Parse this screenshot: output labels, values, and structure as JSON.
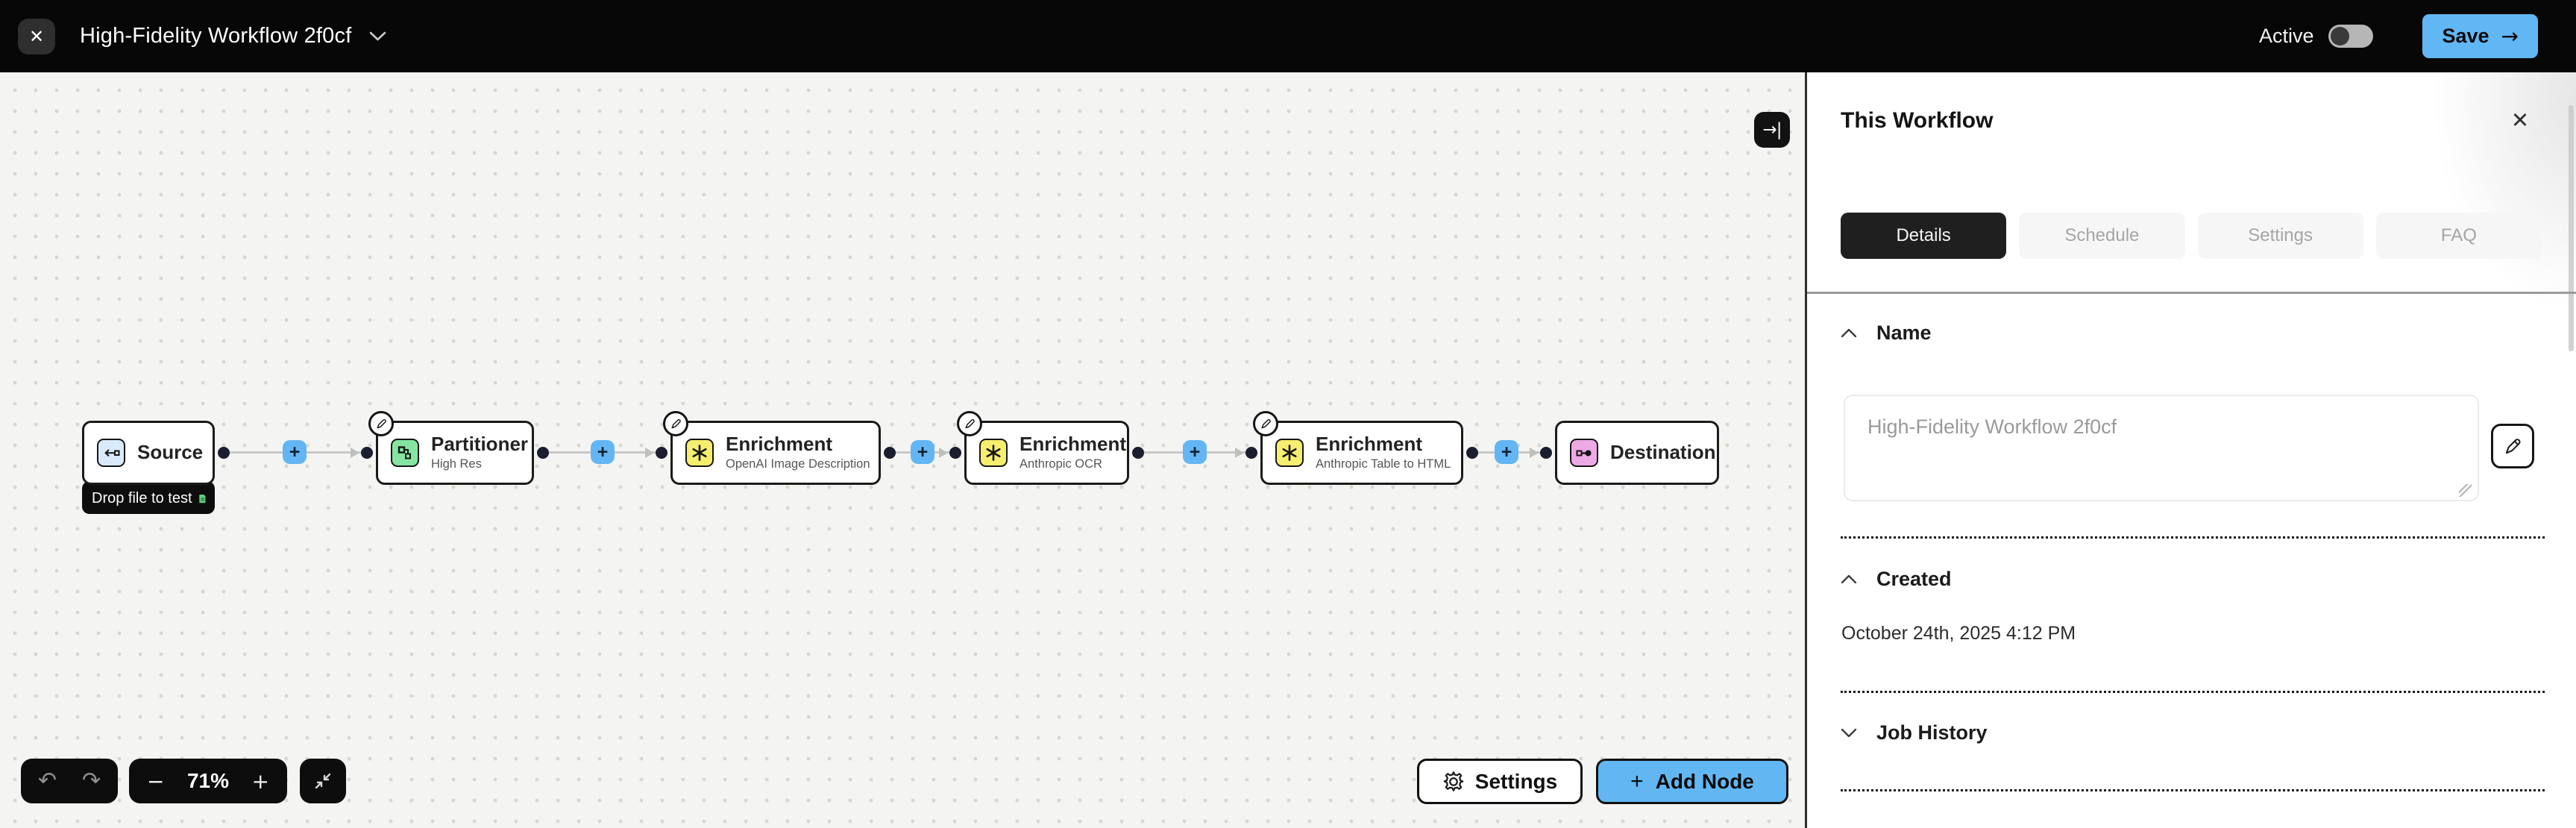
{
  "header": {
    "close_icon": "✕",
    "workflow_title": "High-Fidelity Workflow 2f0cf",
    "active_label": "Active",
    "active_state": "off",
    "save_label": "Save",
    "save_arrow_icon": "→"
  },
  "canvas": {
    "collapse_panel_icon": "→|",
    "drop_file_label": "Drop file to test",
    "nodes": [
      {
        "title": "Source",
        "subtitle": "",
        "icon": "source-icon",
        "icon_color": "#d9eafb"
      },
      {
        "title": "Partitioner",
        "subtitle": "High Res",
        "icon": "partitioner-icon",
        "icon_color": "#85e5a0"
      },
      {
        "title": "Enrichment",
        "subtitle": "OpenAI Image Description",
        "icon": "asterisk-icon",
        "icon_color": "#f6ee6e"
      },
      {
        "title": "Enrichment",
        "subtitle": "Anthropic OCR",
        "icon": "asterisk-icon",
        "icon_color": "#f6ee6e"
      },
      {
        "title": "Enrichment",
        "subtitle": "Anthropic Table to HTML",
        "icon": "asterisk-icon",
        "icon_color": "#f6ee6e"
      },
      {
        "title": "Destination",
        "subtitle": "",
        "icon": "destination-icon",
        "icon_color": "#eda9e4"
      }
    ],
    "controls": {
      "undo_icon": "↶",
      "redo_icon": "↷",
      "zoom_out_icon": "−",
      "zoom_level": "71%",
      "zoom_in_icon": "+",
      "plus_icon": "+",
      "settings_label": "Settings",
      "add_node_label": "Add Node"
    }
  },
  "panel": {
    "title": "This Workflow",
    "close_icon": "✕",
    "tabs": [
      {
        "label": "Details",
        "active": true
      },
      {
        "label": "Schedule",
        "active": false
      },
      {
        "label": "Settings",
        "active": false
      },
      {
        "label": "FAQ",
        "active": false
      }
    ],
    "name_section": {
      "label": "Name",
      "value": "High-Fidelity Workflow 2f0cf"
    },
    "created_section": {
      "label": "Created",
      "value": "October 24th, 2025 4:12 PM"
    },
    "job_history_section": {
      "label": "Job History"
    }
  },
  "colors": {
    "topbar_bg": "#070707",
    "accent_blue": "#63b6f3",
    "node_source_blue": "#d9eafb",
    "node_partitioner_green": "#85e5a0",
    "node_enrichment_yellow": "#f6ee6e",
    "node_destination_pink": "#eda9e4",
    "tab_active_bg": "#1f1f1f",
    "connector_dot": "#1d1d30"
  }
}
